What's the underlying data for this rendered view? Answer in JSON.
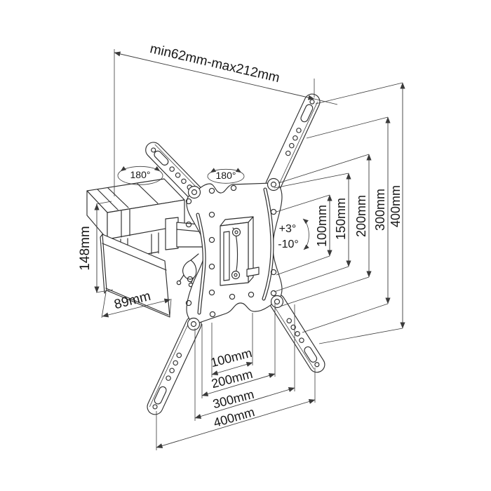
{
  "diagram": {
    "title": "TV wall mount dimension drawing",
    "labels": {
      "top_range": "min62mm-max212mm",
      "height": "148mm",
      "depth": "89mm",
      "swivel_left": "180°",
      "swivel_right": "180°",
      "tilt_up": "+3°",
      "tilt_down": "-10°",
      "vertical_dims": [
        "100mm",
        "150mm",
        "200mm",
        "300mm",
        "400mm"
      ],
      "horizontal_dims": [
        "100mm",
        "200mm",
        "300mm",
        "400mm"
      ]
    },
    "colors": {
      "background": "#ffffff",
      "line": "#2e2e2e",
      "text": "#161616"
    }
  }
}
